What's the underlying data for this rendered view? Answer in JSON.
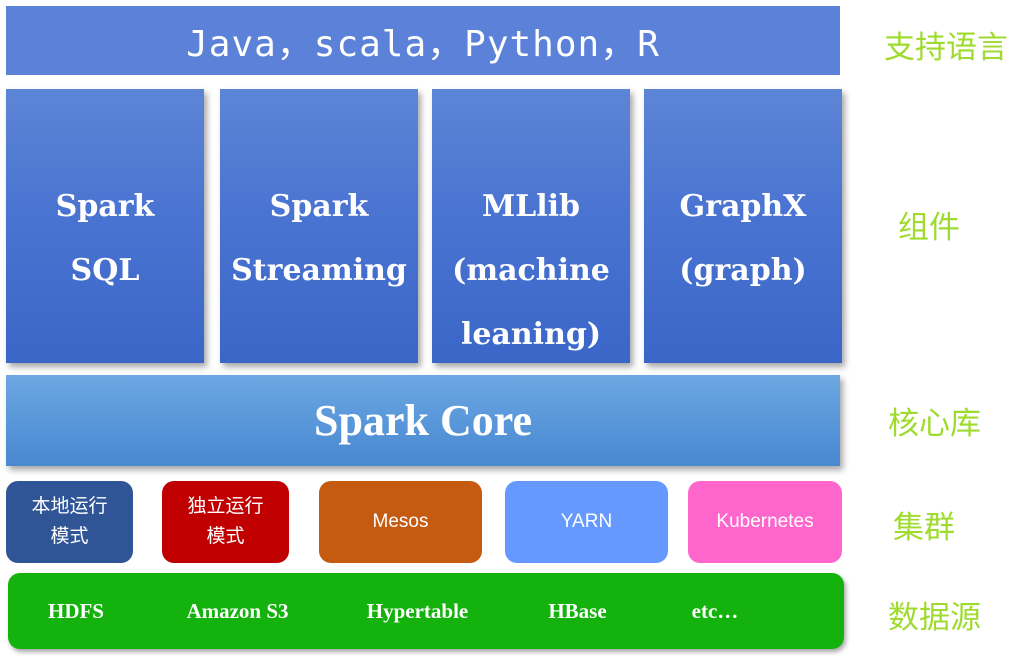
{
  "languages": {
    "text": "Java，scala，Python，R"
  },
  "components": [
    {
      "lines": [
        "Spark",
        "SQL"
      ]
    },
    {
      "lines": [
        "Spark",
        "Streaming"
      ]
    },
    {
      "lines": [
        "MLlib",
        "(machine",
        "leaning)"
      ]
    },
    {
      "lines": [
        "GraphX",
        "(graph)"
      ]
    }
  ],
  "core": {
    "label": "Spark Core"
  },
  "clusters": [
    {
      "lines": [
        "本地运行",
        "模式"
      ],
      "color": "#2f5597"
    },
    {
      "lines": [
        "独立运行",
        "模式"
      ],
      "color": "#c00000"
    },
    {
      "lines": [
        "Mesos"
      ],
      "color": "#c55a11"
    },
    {
      "lines": [
        "YARN"
      ],
      "color": "#6699ff"
    },
    {
      "lines": [
        "Kubernetes"
      ],
      "color": "#ff66cc"
    }
  ],
  "data_sources": {
    "items": [
      "HDFS",
      "Amazon S3",
      "Hypertable",
      "HBase",
      "etc…"
    ],
    "color": "#13b20c"
  },
  "side_labels": {
    "languages": "支持语言",
    "components": "组件",
    "core": "核心库",
    "cluster": "集群",
    "data_sources": "数据源"
  },
  "colors": {
    "language_bar": "#5b82d8",
    "component": "#4a74d1",
    "core": "#5796d9",
    "side_label": "#9fdb2e"
  }
}
